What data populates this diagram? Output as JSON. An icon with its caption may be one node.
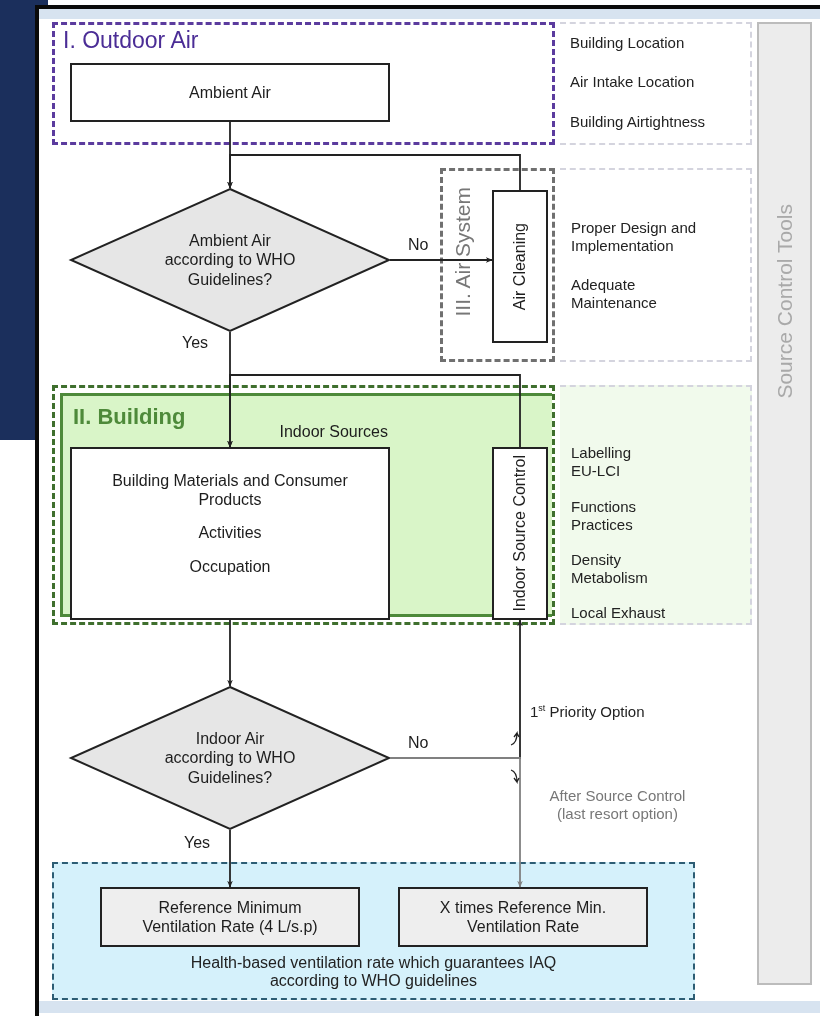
{
  "diagram": {
    "nodes": [
      {
        "text": [
          "I. Outdoor Air"
        ]
      },
      {
        "text": [
          "Ambient Air"
        ],
        "in": 0
      },
      {
        "text": [
          "Ambient Air according to WHO Guidelines?"
        ]
      },
      {
        "text": [
          "III. Air System"
        ]
      },
      {
        "text": [
          "Air Cleaning"
        ],
        "in": 3
      },
      {
        "text": [
          "II. Building"
        ]
      },
      {
        "text": [
          "Indoor Sources",
          "Building Materials and Consumer Products",
          "Activities",
          "Occupation"
        ],
        "in": 5
      },
      {
        "text": [
          "Indoor Source Control"
        ],
        "in": 5
      },
      {
        "text": [
          "Indoor Air according to WHO Guidelines?"
        ]
      },
      {
        "text": [
          "Health-based ventilation rate which guarantees IAQ according to WHO guidelines"
        ]
      },
      {
        "text": [
          "Reference Minimum Ventilation Rate (4 L/s.p)"
        ],
        "in": 9
      },
      {
        "text": [
          "X times Reference Min. Ventilation Rate"
        ],
        "in": 9
      },
      {
        "text": [
          "Source Control Tools"
        ]
      }
    ],
    "edges": [
      {
        "from": 1,
        "to": 2,
        "arrow": "to"
      },
      {
        "from": 2,
        "to": 4,
        "arrow": "to",
        "label": "No"
      },
      {
        "from": 4,
        "to": 2,
        "arrow": "to"
      },
      {
        "from": 2,
        "to": 6,
        "arrow": "to",
        "label": "Yes"
      },
      {
        "from": 7,
        "to": 6,
        "arrow": "to"
      },
      {
        "from": 6,
        "to": 8,
        "arrow": "to"
      },
      {
        "from": 8,
        "to": 7,
        "arrow": "to",
        "label": "No"
      },
      {
        "from": 8,
        "to": 11,
        "arrow": "to",
        "color": "#808080"
      },
      {
        "from": 8,
        "to": 10,
        "arrow": "to",
        "label": "Yes"
      }
    ],
    "labels": [
      "Building Location",
      "Air Intake Location",
      "Building Airtightness",
      "Proper Design and Implementation",
      "Adequate Maintenance",
      "Labelling EU-LCI",
      "Functions Practices",
      "Density Metabolism",
      "Local Exhaust",
      "1$^{st}$ Priority Option",
      "After Source Control (last resort option)"
    ]
  }
}
